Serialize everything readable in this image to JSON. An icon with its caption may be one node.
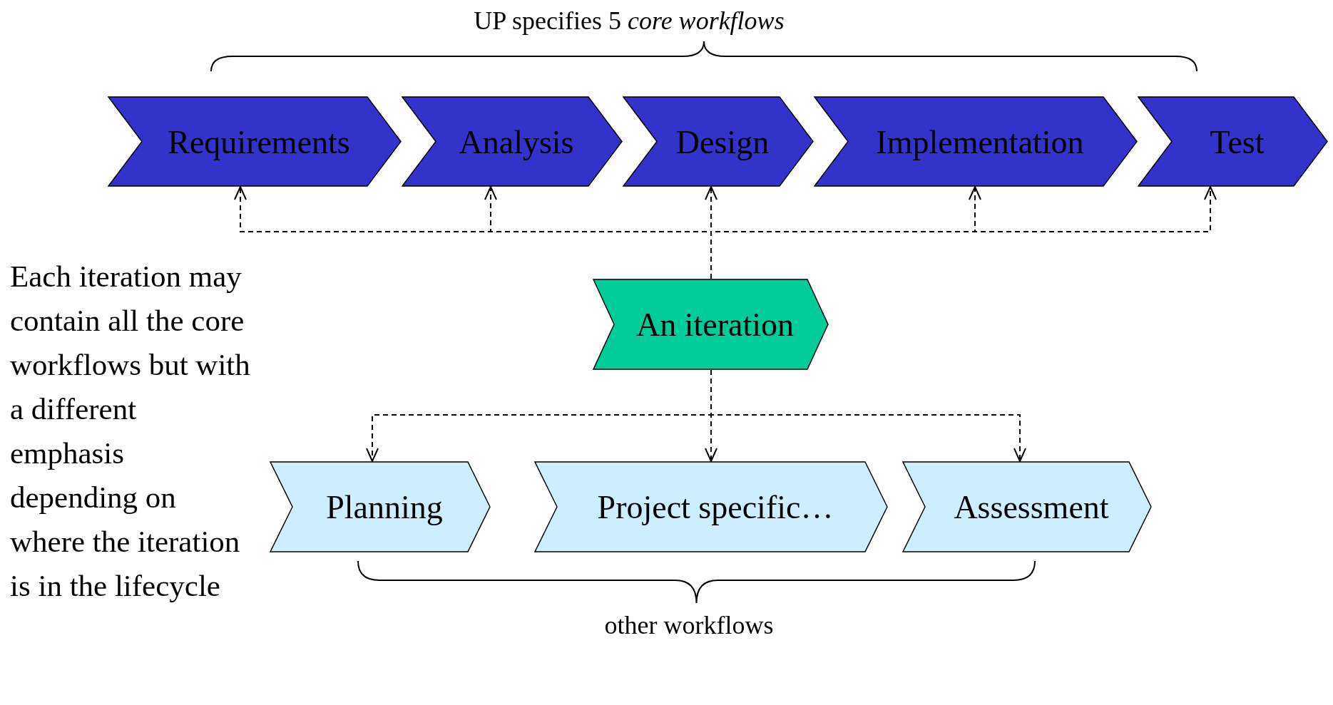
{
  "diagram": {
    "nodes": [
      {
        "text": [
          "Requirements"
        ]
      },
      {
        "text": [
          "Analysis"
        ]
      },
      {
        "text": [
          "Design"
        ]
      },
      {
        "text": [
          "Implementation"
        ]
      },
      {
        "text": [
          "Test"
        ]
      },
      {
        "text": [
          "An iteration"
        ]
      },
      {
        "text": [
          "Planning"
        ]
      },
      {
        "text": [
          "Project specific…"
        ]
      },
      {
        "text": [
          "Assessment"
        ]
      }
    ],
    "edges": [
      {
        "from": 5,
        "to": 0,
        "arrow": "to",
        "style": "dashed"
      },
      {
        "from": 5,
        "to": 1,
        "arrow": "to",
        "style": "dashed"
      },
      {
        "from": 5,
        "to": 2,
        "arrow": "to",
        "style": "dashed"
      },
      {
        "from": 5,
        "to": 3,
        "arrow": "to",
        "style": "dashed"
      },
      {
        "from": 5,
        "to": 4,
        "arrow": "to",
        "style": "dashed"
      },
      {
        "from": 5,
        "to": 6,
        "arrow": "to",
        "style": "dashed"
      },
      {
        "from": 5,
        "to": 7,
        "arrow": "to",
        "style": "dashed"
      },
      {
        "from": 5,
        "to": 8,
        "arrow": "to",
        "style": "dashed"
      }
    ],
    "labels": [
      "UP specifies 5 *core workflows*",
      "Each iteration may contain all the core workflows but with a different emphasis depending on where the iteration is in the lifecycle",
      "other workflows"
    ]
  }
}
